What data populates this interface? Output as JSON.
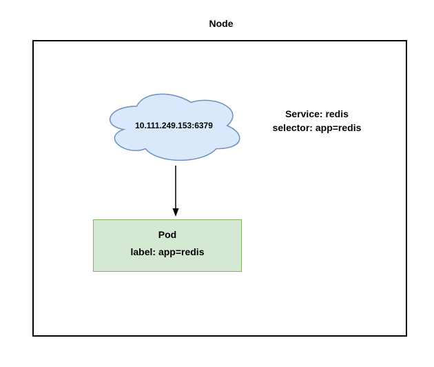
{
  "diagram": {
    "node_label": "Node",
    "service_cloud": {
      "endpoint": "10.111.249.153:6379"
    },
    "service_text": {
      "line1": "Service: redis",
      "line2": "selector: app=redis"
    },
    "pod": {
      "title": "Pod",
      "label": "label: app=redis"
    },
    "colors": {
      "cloud_fill": "#dae8fc",
      "cloud_stroke": "#6c8ebf",
      "pod_fill": "#d5e8d4",
      "pod_stroke": "#82b366",
      "node_border": "#000000",
      "arrow": "#000000"
    }
  }
}
